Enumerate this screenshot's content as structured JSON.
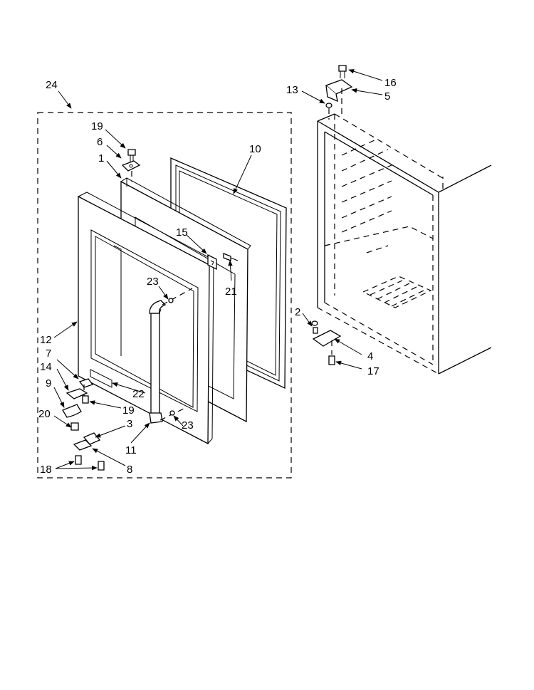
{
  "callouts": [
    {
      "id": "c24",
      "text": "24"
    },
    {
      "id": "c19a",
      "text": "19"
    },
    {
      "id": "c6",
      "text": "6"
    },
    {
      "id": "c1",
      "text": "1"
    },
    {
      "id": "c10",
      "text": "10"
    },
    {
      "id": "c15",
      "text": "15"
    },
    {
      "id": "c21",
      "text": "21"
    },
    {
      "id": "c23a",
      "text": "23"
    },
    {
      "id": "c12",
      "text": "12"
    },
    {
      "id": "c7",
      "text": "7"
    },
    {
      "id": "c14",
      "text": "14"
    },
    {
      "id": "c22",
      "text": "22"
    },
    {
      "id": "c9",
      "text": "9"
    },
    {
      "id": "c19b",
      "text": "19"
    },
    {
      "id": "c20",
      "text": "20"
    },
    {
      "id": "c3",
      "text": "3"
    },
    {
      "id": "c23b",
      "text": "23"
    },
    {
      "id": "c11",
      "text": "11"
    },
    {
      "id": "c18",
      "text": "18"
    },
    {
      "id": "c8",
      "text": "8"
    },
    {
      "id": "c13",
      "text": "13"
    },
    {
      "id": "c16",
      "text": "16"
    },
    {
      "id": "c5",
      "text": "5"
    },
    {
      "id": "c2",
      "text": "2"
    },
    {
      "id": "c4",
      "text": "4"
    },
    {
      "id": "c17",
      "text": "17"
    }
  ]
}
